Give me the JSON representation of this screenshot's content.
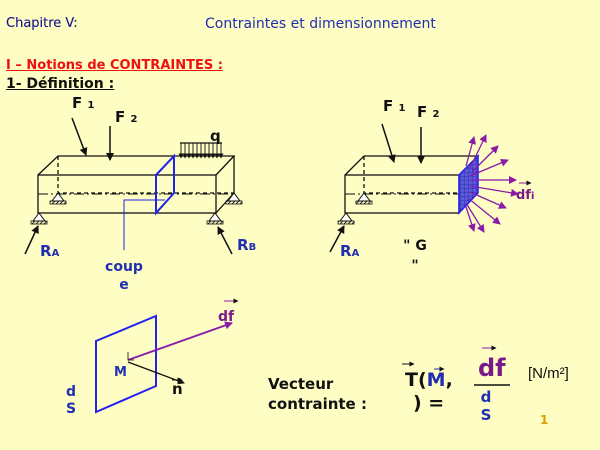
{
  "header": {
    "chapter": "Chapitre V:",
    "title": "Contraintes et dimensionnement"
  },
  "section": {
    "heading": "I – Notions de CONTRAINTES :",
    "subheading": "1- Définition :"
  },
  "diagram_left": {
    "f1": "F",
    "f1_sub": "1",
    "f2": "F",
    "f2_sub": "2",
    "q": "q",
    "ra": "R",
    "ra_sub": "A",
    "rb": "R",
    "rb_sub": "B",
    "cut_label": "coupe"
  },
  "diagram_right": {
    "f1": "F",
    "f1_sub": "1",
    "f2": "F",
    "f2_sub": "2",
    "ra": "R",
    "ra_sub": "A",
    "g_label": "\" G \"",
    "dfi": "df",
    "dfi_sub": "i"
  },
  "element": {
    "df": "df",
    "m": "M",
    "n": "n",
    "ds": "dS"
  },
  "formula": {
    "label": "Vecteur contrainte :",
    "t": "T(",
    "m": "M",
    "comma": ",",
    "close": ") =",
    "df": "df",
    "ds": "dS",
    "unit": "[N/m²]"
  },
  "footer": {
    "page_number": "1"
  },
  "colors": {
    "background": "#fdfdc4",
    "title_blue": "#1f2fb0",
    "section_red": "#ee1111",
    "vector_purple": "#7a1a8a",
    "cut_blue": "#2222ee"
  }
}
